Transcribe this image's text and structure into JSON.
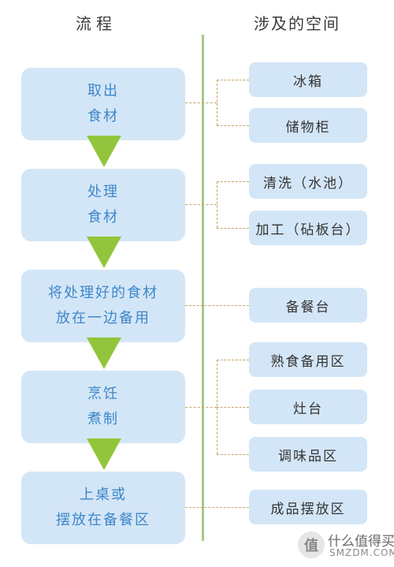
{
  "headers": {
    "left": "流程",
    "right": "涉及的空间"
  },
  "steps": [
    {
      "line1": "取出",
      "line2": "食材"
    },
    {
      "line1": "处理",
      "line2": "食材"
    },
    {
      "line1": "将处理好的食材",
      "line2": "放在一边备用"
    },
    {
      "line1": "烹饪",
      "line2": "煮制"
    },
    {
      "line1": "上桌或",
      "line2": "摆放在备餐区"
    }
  ],
  "spaces": [
    {
      "label": "冰箱"
    },
    {
      "label": "储物柜"
    },
    {
      "label": "清洗（水池）"
    },
    {
      "label": "加工（砧板台）"
    },
    {
      "label": "备餐台"
    },
    {
      "label": "熟食备用区"
    },
    {
      "label": "灶台"
    },
    {
      "label": "调味品区"
    },
    {
      "label": "成品摆放区"
    }
  ],
  "watermark": {
    "badge": "值",
    "main": "什么值得买",
    "sub": "SMZDM.COM"
  },
  "colors": {
    "step_fill": "#d3e6f7",
    "step_text": "#3e86c8",
    "arrow": "#92c53c",
    "divider": "#a6c98a",
    "connector": "#c4a468"
  }
}
